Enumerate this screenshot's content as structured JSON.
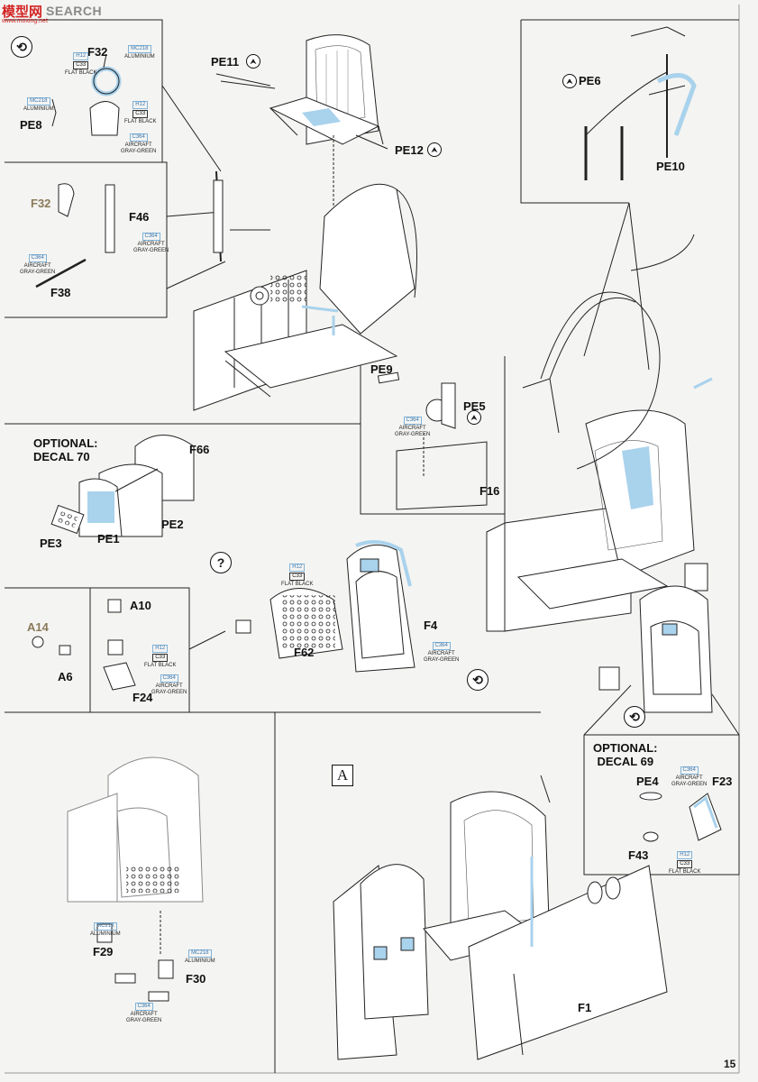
{
  "watermark": {
    "cn": "模型网",
    "en": "SEARCH",
    "url": "www.moxing.net"
  },
  "page_number": "15",
  "section_marker": "A",
  "help_marker": "?",
  "rotate_symbol": "⟲",
  "optional": [
    {
      "line1": "OPTIONAL:",
      "line2": "DECAL 70"
    },
    {
      "line1": "OPTIONAL:",
      "line2": "DECAL 69"
    }
  ],
  "parts": {
    "pe11": "PE11",
    "pe12": "PE12",
    "pe6": "PE6",
    "pe10": "PE10",
    "pe8": "PE8",
    "f32a": "F32",
    "f32b": "F32",
    "f46": "F46",
    "f38": "F38",
    "pe9": "PE9",
    "pe5": "PE5",
    "f16": "F16",
    "f66": "F66",
    "pe2": "PE2",
    "pe3": "PE3",
    "pe1": "PE1",
    "a10": "A10",
    "a14": "A14",
    "a6": "A6",
    "f24": "F24",
    "f62": "F62",
    "f4": "F4",
    "pe4": "PE4",
    "f23": "F23",
    "f43": "F43",
    "f29": "F29",
    "f30": "F30",
    "f1": "F1"
  },
  "paints": [
    {
      "id": "p1",
      "codes": [
        "MC218"
      ],
      "lines": [
        "ALUMINIUM"
      ]
    },
    {
      "id": "p2",
      "codes": [
        "H12",
        "C33"
      ],
      "lines": [
        "FLAT BLACK"
      ]
    },
    {
      "id": "p3",
      "codes": [
        "MC218"
      ],
      "lines": [
        "ALUMINIUM"
      ]
    },
    {
      "id": "p4",
      "codes": [
        "H12",
        "C33"
      ],
      "lines": [
        "FLAT BLACK"
      ]
    },
    {
      "id": "p5",
      "codes": [
        "C364"
      ],
      "lines": [
        "AIRCRAFT",
        "GRAY-GREEN"
      ]
    },
    {
      "id": "p6",
      "codes": [
        "C364"
      ],
      "lines": [
        "AIRCRAFT",
        "GRAY-GREEN"
      ]
    },
    {
      "id": "p7",
      "codes": [
        "C364"
      ],
      "lines": [
        "AIRCRAFT",
        "GRAY-GREEN"
      ]
    },
    {
      "id": "p8",
      "codes": [
        "C364"
      ],
      "lines": [
        "AIRCRAFT",
        "GRAY-GREEN"
      ]
    },
    {
      "id": "p9",
      "codes": [
        "H12",
        "C33"
      ],
      "lines": [
        "FLAT BLACK"
      ]
    },
    {
      "id": "p10",
      "codes": [
        "H12",
        "C33"
      ],
      "lines": [
        "FLAT BLACK"
      ]
    },
    {
      "id": "p11",
      "codes": [
        "C364"
      ],
      "lines": [
        "AIRCRAFT",
        "GRAY-GREEN"
      ]
    },
    {
      "id": "p12",
      "codes": [
        "C364"
      ],
      "lines": [
        "AIRCRAFT",
        "GRAY-GREEN"
      ]
    },
    {
      "id": "p13",
      "codes": [
        "C364"
      ],
      "lines": [
        "AIRCRAFT",
        "GRAY-GREEN"
      ]
    },
    {
      "id": "p14",
      "codes": [
        "H12",
        "C33"
      ],
      "lines": [
        "FLAT BLACK"
      ]
    },
    {
      "id": "p15",
      "codes": [
        "MC218"
      ],
      "lines": [
        "ALUMINIUM"
      ]
    },
    {
      "id": "p16",
      "codes": [
        "MC218"
      ],
      "lines": [
        "ALUMINIUM"
      ]
    },
    {
      "id": "p17",
      "codes": [
        "C364"
      ],
      "lines": [
        "AIRCRAFT",
        "GRAY-GREEN"
      ]
    }
  ],
  "colors": {
    "ink": "#1a1a1a",
    "paper": "#f4f4f2",
    "highlight": "#a9d2ec",
    "paint_code": "#3b78b0",
    "watermark_red": "#d32424"
  }
}
